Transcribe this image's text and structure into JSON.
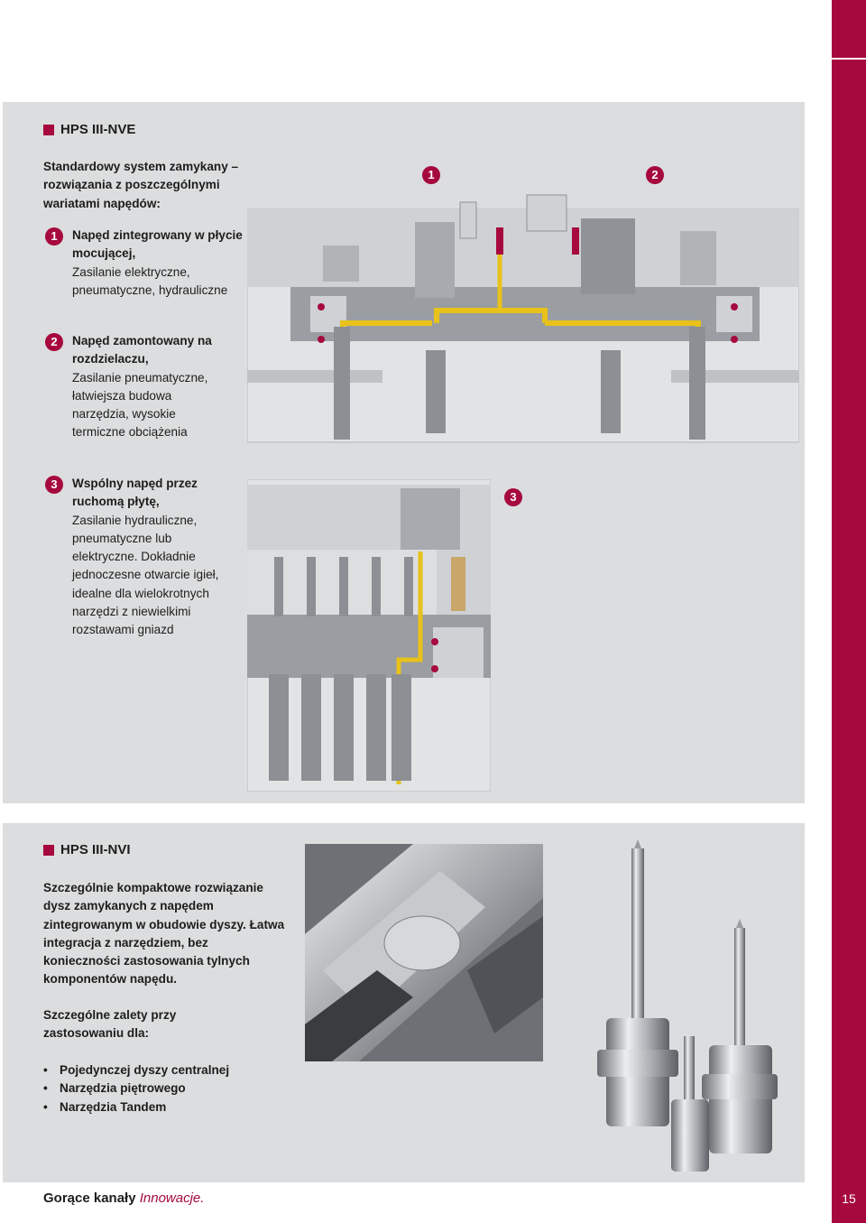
{
  "section1": {
    "title": "HPS III-NVE",
    "intro": "Standardowy system zamykany – rozwiązania z poszczególnymi wariatami napędów:",
    "items": [
      {
        "num": "1",
        "bold": "Napęd zintegrowany w płycie mocującej,",
        "text": "Zasilanie elektryczne, pneumatyczne, hydrauliczne"
      },
      {
        "num": "2",
        "bold": "Napęd zamontowany na rozdzielaczu,",
        "text": "Zasilanie pneumatyczne, łatwiejsza budowa narzędzia, wysokie termiczne obciążenia"
      },
      {
        "num": "3",
        "bold": "Wspólny napęd przez ruchomą płytę,",
        "text": "Zasilanie hydrauliczne, pneumatyczne lub elektryczne. Dokładnie jednoczesne otwarcie igieł, idealne dla wielokrotnych narzędzi z niewielkimi rozstawami gniazd"
      }
    ],
    "diagram_labels": [
      "1",
      "2",
      "3"
    ]
  },
  "section2": {
    "title": "HPS III-NVI",
    "intro": "Szczególnie kompaktowe rozwiązanie dysz zamykanych z napędem zintegrowanym w obudowie dyszy. Łatwa integracja z narzędziem, bez konieczności zastosowania tylnych komponentów napędu.",
    "advantages_title": "Szczególne zalety przy zastosowaniu dla:",
    "bullets": [
      "Pojedynczej dyszy centralnej",
      "Narzędzia piętrowego",
      "Narzędzia Tandem"
    ]
  },
  "footer": {
    "brand": "Gorące kanały",
    "tagline": "Innowacje.",
    "page": "15"
  },
  "colors": {
    "accent": "#a6093d",
    "panel": "#dcdddf",
    "hotrunner": "#e8c21a"
  }
}
